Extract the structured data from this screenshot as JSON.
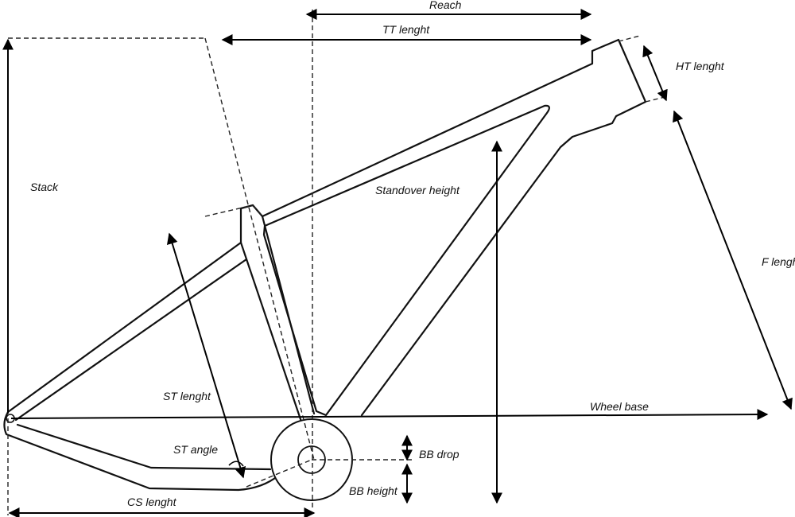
{
  "labels": {
    "reach": "Reach",
    "tt_length": "TT lenght",
    "ht_length": "HT lenght",
    "stack": "Stack",
    "standover_height": "Standover height",
    "f_length": "F lenght",
    "st_length": "ST lenght",
    "wheel_base": "Wheel base",
    "st_angle": "ST angle",
    "bb_drop": "BB drop",
    "bb_height": "BB height",
    "cs_length": "CS lenght"
  },
  "colors": {
    "line": "#111111",
    "background": "#ffffff"
  }
}
